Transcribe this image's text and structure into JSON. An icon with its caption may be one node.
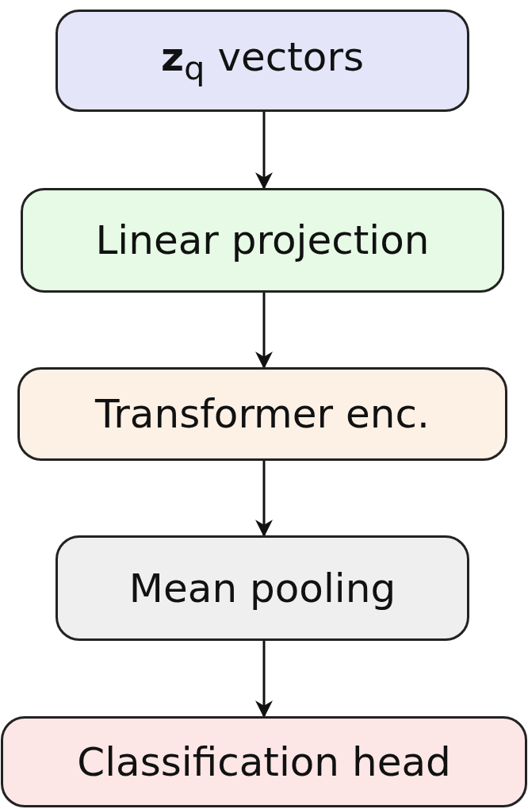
{
  "diagram": {
    "nodes": [
      {
        "text": [
          "**z**$_{q}$ vectors"
        ]
      },
      {
        "text": [
          "Linear projection"
        ]
      },
      {
        "text": [
          "Transformer enc."
        ]
      },
      {
        "text": [
          "Mean pooling"
        ]
      },
      {
        "text": [
          "Classification head"
        ]
      }
    ],
    "edges": [
      {
        "from": 0,
        "to": 1,
        "arrow": "to"
      },
      {
        "from": 1,
        "to": 2,
        "arrow": "to"
      },
      {
        "from": 2,
        "to": 3,
        "arrow": "to"
      },
      {
        "from": 3,
        "to": 4,
        "arrow": "to"
      }
    ]
  }
}
